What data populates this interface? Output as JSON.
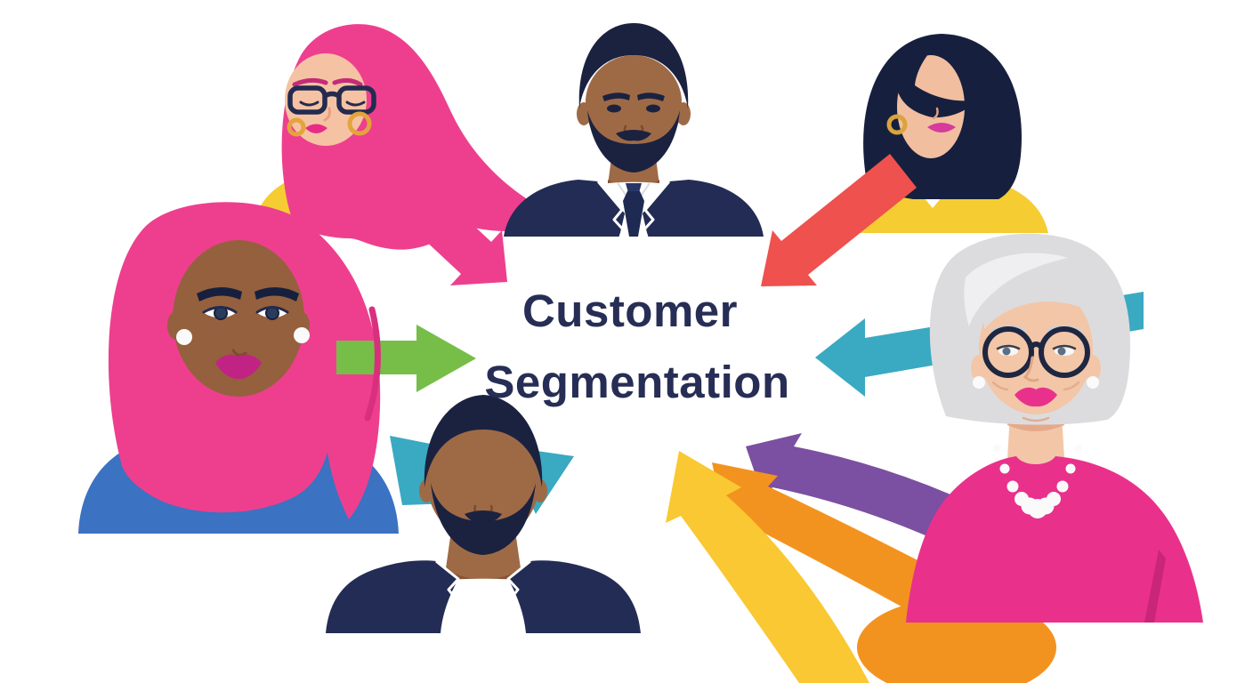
{
  "title": {
    "line1": "Customer",
    "line2": "Segmentation",
    "color": "#272E55"
  },
  "colors": {
    "background": "#FFFFFF",
    "arrow_pink": "#EE3F8E",
    "arrow_red": "#EE514E",
    "arrow_green": "#77BE49",
    "arrow_teal": "#3AA9C2",
    "arrow_yellow": "#F9C832",
    "arrow_orange": "#F3931F",
    "arrow_purple": "#7B4FA1",
    "hair_pink": "#EE3F8E",
    "hair_navy": "#1B2240",
    "hair_dark_bob": "#16203E",
    "hair_gray": "#DCDCDE",
    "top_yellow": "#F5CD32",
    "top_blue": "#3B72C2",
    "top_pink": "#E9318B",
    "suit_navy": "#232C54",
    "title_navy": "#272E55"
  },
  "figures": [
    {
      "id": "young-woman-pink-hair",
      "position": "top-left",
      "features": "long pink hair, glasses, gold hoop earrings, yellow top"
    },
    {
      "id": "businessman",
      "position": "top-center",
      "features": "beard, navy suit with white piping, white shirt, tie"
    },
    {
      "id": "woman-dark-bob",
      "position": "top-right",
      "features": "dark bob with bangs, gold hoop earring, yellow v-neck top"
    },
    {
      "id": "woman-pink-hair-blue-top",
      "position": "left",
      "features": "long pink hair, pearl earrings, blue top"
    },
    {
      "id": "man-casual-jacket",
      "position": "bottom-center",
      "features": "full beard, dark jacket with white piping, white shirt"
    },
    {
      "id": "senior-woman",
      "position": "right",
      "features": "silver bob, round glasses, pearl earrings and necklace, pink top"
    }
  ],
  "arrows": [
    {
      "id": "pink-arrow",
      "color": "#EE3F8E",
      "from": "top-left",
      "points_to": "center"
    },
    {
      "id": "red-arrow",
      "color": "#EE514E",
      "from": "top-right",
      "points_to": "center"
    },
    {
      "id": "green-arrow",
      "color": "#77BE49",
      "from": "left",
      "points_to": "center"
    },
    {
      "id": "teal-arrow-right",
      "color": "#3AA9C2",
      "from": "right",
      "points_to": "center"
    },
    {
      "id": "teal-arrow-bottom",
      "color": "#3AA9C2",
      "from": "bottom-center",
      "points_to": "up-right"
    },
    {
      "id": "yellow-arrow",
      "color": "#F9C832",
      "from": "bottom-edge",
      "points_to": "center"
    },
    {
      "id": "orange-arrow",
      "color": "#F3931F",
      "from": "bottom-right",
      "points_to": "center"
    },
    {
      "id": "purple-arrow",
      "color": "#7B4FA1",
      "from": "right",
      "points_to": "center"
    }
  ]
}
